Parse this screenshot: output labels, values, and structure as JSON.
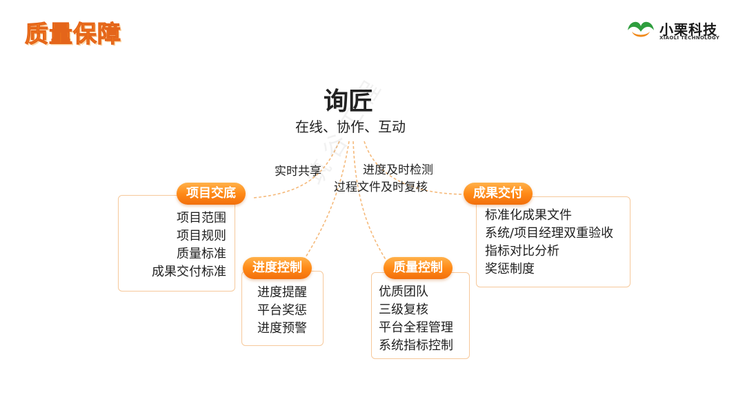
{
  "header": {
    "page_title": "质量保障"
  },
  "logo": {
    "name": "小栗科技",
    "subtitle": "XIAOLI TECHNOLOGY",
    "colors": {
      "green": "#2e9e3e",
      "orange": "#f08a1c"
    }
  },
  "center": {
    "title": "询匠",
    "subtitle": "在线、协作、互动"
  },
  "branch_labels": {
    "left": "实时共享",
    "right_line1": "进度及时检测",
    "right_line2": "过程文件及时复核"
  },
  "nodes": {
    "handover": {
      "title": "项目交底",
      "items": [
        "项目范围",
        "项目规则",
        "质量标准",
        "成果交付标准"
      ]
    },
    "progress": {
      "title": "进度控制",
      "items": [
        "进度提醒",
        "平台奖惩",
        "进度预警"
      ]
    },
    "quality": {
      "title": "质量控制",
      "items": [
        "优质团队",
        "三级复核",
        "平台全程管理",
        "系统指标控制"
      ]
    },
    "delivery": {
      "title": "成果交付",
      "items": [
        "标准化成果文件",
        "系统/项目经理双重验收",
        "指标对比分析",
        "奖惩制度"
      ]
    }
  },
  "watermark": {
    "text": "筑 谷 工 程"
  },
  "colors": {
    "accent": "#ff8c1a",
    "box_border": "#f6c89a",
    "connector": "#f5b97a"
  }
}
